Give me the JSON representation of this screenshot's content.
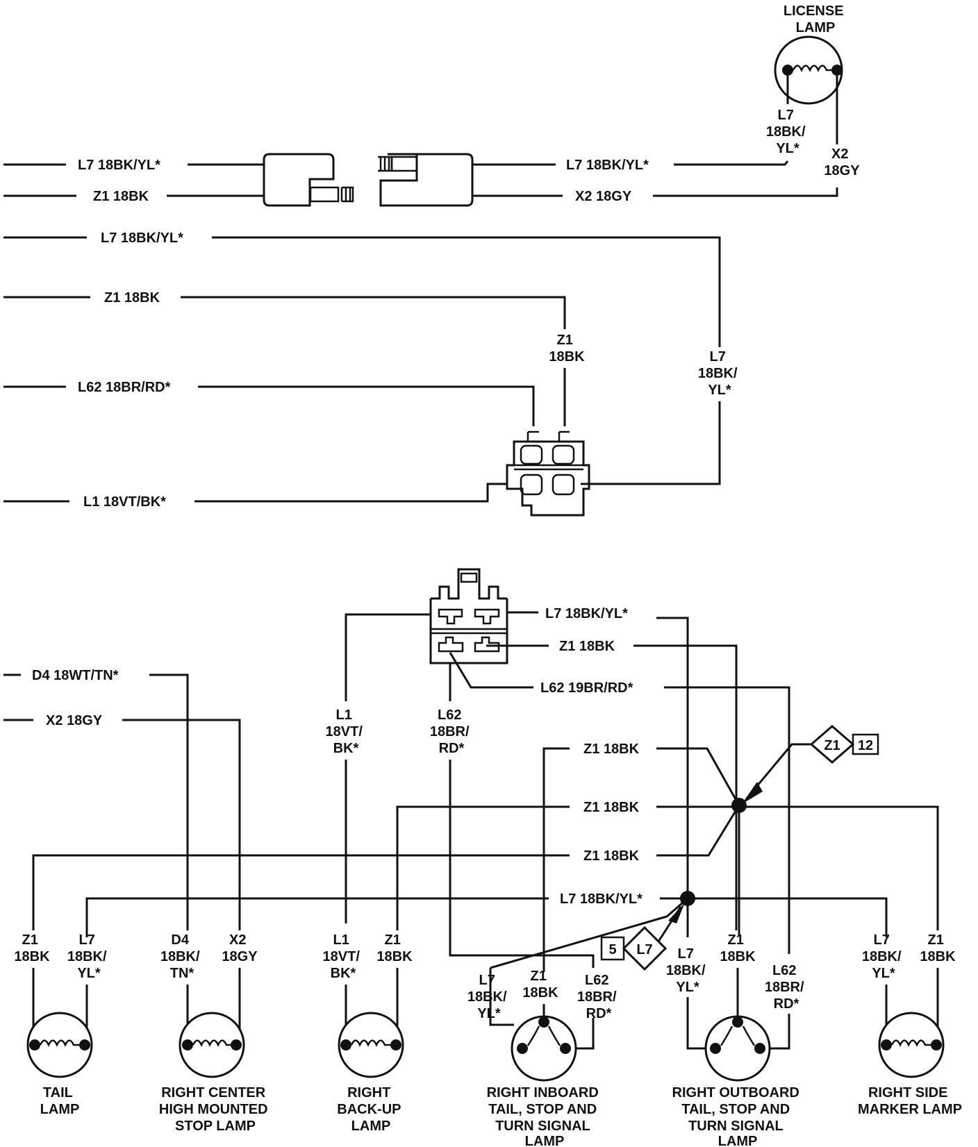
{
  "lamps": {
    "license": [
      "LICENSE",
      "LAMP"
    ],
    "tail": [
      "TAIL",
      "LAMP"
    ],
    "center_high": [
      "RIGHT CENTER",
      "HIGH MOUNTED",
      "STOP LAMP"
    ],
    "backup": [
      "RIGHT",
      "BACK-UP",
      "LAMP"
    ],
    "inboard": [
      "RIGHT INBOARD",
      "TAIL, STOP AND",
      "TURN SIGNAL",
      "LAMP"
    ],
    "outboard": [
      "RIGHT OUTBOARD",
      "TAIL, STOP AND",
      "TURN SIGNAL",
      "LAMP"
    ],
    "side_marker": [
      "RIGHT SIDE",
      "MARKER LAMP"
    ]
  },
  "wires": {
    "top_l7_left": "L7 18BK/YL*",
    "top_z1_left": "Z1 18BK",
    "top_l7_right": "L7 18BK/YL*",
    "top_x2_right": "X2 18GY",
    "lic_l7": [
      "L7",
      "18BK/",
      "YL*"
    ],
    "lic_x2": [
      "X2",
      "18GY"
    ],
    "mid_l7": "L7 18BK/YL*",
    "mid_z1": "Z1 18BK",
    "mid_l62": "L62 18BR/RD*",
    "mid_l1": "L1 18VT/BK*",
    "mid_z1_vert": [
      "Z1",
      "18BK"
    ],
    "mid_l7_vert": [
      "L7",
      "18BK/",
      "YL*"
    ],
    "bc_l7": "L7 18BK/YL*",
    "bc_z1": "Z1 18BK",
    "bc_l62": "L62 19BR/RD*",
    "d4": "D4 18WT/TN*",
    "x2": "X2 18GY",
    "l1_vert": [
      "L1",
      "18VT/",
      "BK*"
    ],
    "l62_vert": [
      "L62",
      "18BR/",
      "RD*"
    ],
    "z1_h1": "Z1 18BK",
    "z1_h2": "Z1 18BK",
    "z1_h3": "Z1 18BK",
    "l7_h": "L7 18BK/YL*",
    "tail_z1": [
      "Z1",
      "18BK"
    ],
    "tail_l7": [
      "L7",
      "18BK/",
      "YL*"
    ],
    "ch_d4": [
      "D4",
      "18BK/",
      "TN*"
    ],
    "ch_x2": [
      "X2",
      "18GY"
    ],
    "bu_l1": [
      "L1",
      "18VT/",
      "BK*"
    ],
    "bu_z1": [
      "Z1",
      "18BK"
    ],
    "in_l7": [
      "L7",
      "18BK/",
      "YL*"
    ],
    "in_z1": [
      "Z1",
      "18BK"
    ],
    "in_l62": [
      "L62",
      "18BR/",
      "RD*"
    ],
    "out_l7": [
      "L7",
      "18BK/",
      "YL*"
    ],
    "out_z1": [
      "Z1",
      "18BK"
    ],
    "out_l62": [
      "L62",
      "18BR/",
      "RD*"
    ],
    "sm_l7": [
      "L7",
      "18BK/",
      "YL*"
    ],
    "sm_z1": [
      "Z1",
      "18BK"
    ]
  },
  "splices": {
    "z1_name": "Z1",
    "z1_ref": "12",
    "l7_name": "L7",
    "l7_ref": "5"
  }
}
